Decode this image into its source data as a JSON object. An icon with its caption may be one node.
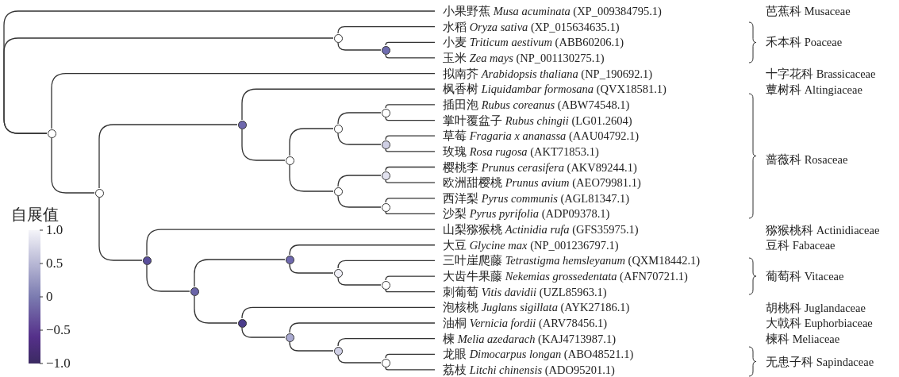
{
  "diagram": {
    "nodes": [
      {
        "text": [
          "小果野蕉 *Musa acuminata* (XP_009384795.1)"
        ]
      },
      {
        "text": [
          "水稻 *Oryza sativa* (XP_015634635.1)"
        ]
      },
      {
        "text": [
          "小麦 *Triticum aestivum* (ABB60206.1)"
        ]
      },
      {
        "text": [
          "玉米 *Zea mays* (NP_001130275.1)"
        ]
      },
      {
        "text": [
          "拟南芥 *Arabidopsis thaliana* (NP_190692.1)"
        ]
      },
      {
        "text": [
          "枫香树 *Liquidambar formosana* (QVX18581.1)"
        ]
      },
      {
        "text": [
          "插田泡 *Rubus coreanus* (ABW74548.1)"
        ]
      },
      {
        "text": [
          "掌叶覆盆子 *Rubus chingii* (LG01.2604)"
        ]
      },
      {
        "text": [
          "草莓 *Fragaria x ananassa* (AAU04792.1)"
        ]
      },
      {
        "text": [
          "玫瑰 *Rosa rugosa* (AKT71853.1)"
        ]
      },
      {
        "text": [
          "樱桃李 *Prunus cerasifera* (AKV89244.1)"
        ]
      },
      {
        "text": [
          "欧洲甜樱桃 *Prunus avium* (AEO79981.1)"
        ]
      },
      {
        "text": [
          "西洋梨 *Pyrus communis* (AGL81347.1)"
        ]
      },
      {
        "text": [
          "沙梨 *Pyrus pyrifolia* (ADP09378.1)"
        ]
      },
      {
        "text": [
          "山梨猕猴桃 *Actinidia rufa* (GFS35975.1)"
        ]
      },
      {
        "text": [
          "大豆 *Glycine max* (NP_001236797.1)"
        ]
      },
      {
        "text": [
          "三叶崖爬藤 *Tetrastigma hemsleyanum* (QXM18442.1)"
        ]
      },
      {
        "text": [
          "大齿牛果藤 *Nekemias grossedentata* (AFN70721.1)"
        ]
      },
      {
        "text": [
          "刺葡萄 *Vitis davidii* (UZL85963.1)"
        ]
      },
      {
        "text": [
          "泡核桃 *Juglans sigillata* (AYK27186.1)"
        ]
      },
      {
        "text": [
          "油桐 *Vernicia fordii* (ARV78456.1)"
        ]
      },
      {
        "text": [
          "楝 *Melia azedarach* (KAJ4713987.1)"
        ]
      },
      {
        "text": [
          "龙眼 *Dimocarpus longan* (ABO48521.1)"
        ]
      },
      {
        "text": [
          "荔枝 *Litchi chinensis* (ADO95201.1)"
        ]
      },
      {
        "text": [],
        "shape": "circle"
      },
      {
        "text": [],
        "shape": "circle"
      },
      {
        "text": [],
        "shape": "circle"
      },
      {
        "text": [],
        "shape": "circle"
      },
      {
        "text": [],
        "shape": "circle"
      },
      {
        "text": [],
        "shape": "circle"
      },
      {
        "text": [],
        "shape": "circle"
      },
      {
        "text": [],
        "shape": "circle"
      },
      {
        "text": [],
        "shape": "circle"
      },
      {
        "text": [],
        "shape": "circle"
      },
      {
        "text": [],
        "shape": "circle"
      },
      {
        "text": [],
        "shape": "circle"
      },
      {
        "text": [],
        "shape": "circle"
      },
      {
        "text": [],
        "shape": "circle"
      },
      {
        "text": [],
        "shape": "circle"
      },
      {
        "text": [],
        "shape": "circle"
      },
      {
        "text": [],
        "shape": "circle"
      },
      {
        "text": [],
        "shape": "circle"
      },
      {
        "text": [],
        "shape": "circle"
      },
      {
        "text": [],
        "shape": "circle"
      },
      {
        "text": [],
        "shape": "circle"
      }
    ],
    "edges": [
      {
        "from": 29,
        "to": 0,
        "arrow": "none"
      },
      {
        "from": 29,
        "to": 24,
        "arrow": "none"
      },
      {
        "from": 29,
        "to": 4,
        "arrow": "none"
      },
      {
        "from": 29,
        "to": 34,
        "arrow": "none"
      },
      {
        "from": 24,
        "to": 1,
        "arrow": "none"
      },
      {
        "from": 24,
        "to": 25,
        "arrow": "none"
      },
      {
        "from": 25,
        "to": 2,
        "arrow": "none"
      },
      {
        "from": 25,
        "to": 3,
        "arrow": "none"
      },
      {
        "from": 34,
        "to": 27,
        "arrow": "none"
      },
      {
        "from": 34,
        "to": 37,
        "arrow": "none"
      },
      {
        "from": 27,
        "to": 5,
        "arrow": "none"
      },
      {
        "from": 27,
        "to": 31,
        "arrow": "none"
      },
      {
        "from": 31,
        "to": 28,
        "arrow": "none"
      },
      {
        "from": 31,
        "to": 33,
        "arrow": "none"
      },
      {
        "from": 28,
        "to": 26,
        "arrow": "none"
      },
      {
        "from": 28,
        "to": 30,
        "arrow": "none"
      },
      {
        "from": 26,
        "to": 6,
        "arrow": "none"
      },
      {
        "from": 26,
        "to": 7,
        "arrow": "none"
      },
      {
        "from": 30,
        "to": 8,
        "arrow": "none"
      },
      {
        "from": 30,
        "to": 9,
        "arrow": "none"
      },
      {
        "from": 33,
        "to": 32,
        "arrow": "none"
      },
      {
        "from": 33,
        "to": 35,
        "arrow": "none"
      },
      {
        "from": 32,
        "to": 10,
        "arrow": "none"
      },
      {
        "from": 32,
        "to": 11,
        "arrow": "none"
      },
      {
        "from": 35,
        "to": 12,
        "arrow": "none"
      },
      {
        "from": 35,
        "to": 13,
        "arrow": "none"
      },
      {
        "from": 37,
        "to": 14,
        "arrow": "none"
      },
      {
        "from": 37,
        "to": 40,
        "arrow": "none"
      },
      {
        "from": 40,
        "to": 36,
        "arrow": "none"
      },
      {
        "from": 40,
        "to": 41,
        "arrow": "none"
      },
      {
        "from": 36,
        "to": 15,
        "arrow": "none"
      },
      {
        "from": 36,
        "to": 38,
        "arrow": "none"
      },
      {
        "from": 38,
        "to": 16,
        "arrow": "none"
      },
      {
        "from": 38,
        "to": 39,
        "arrow": "none"
      },
      {
        "from": 39,
        "to": 17,
        "arrow": "none"
      },
      {
        "from": 39,
        "to": 18,
        "arrow": "none"
      },
      {
        "from": 41,
        "to": 19,
        "arrow": "none"
      },
      {
        "from": 41,
        "to": 42,
        "arrow": "none"
      },
      {
        "from": 42,
        "to": 20,
        "arrow": "none"
      },
      {
        "from": 42,
        "to": 43,
        "arrow": "none"
      },
      {
        "from": 43,
        "to": 21,
        "arrow": "none"
      },
      {
        "from": 43,
        "to": 44,
        "arrow": "none"
      },
      {
        "from": 44,
        "to": 22,
        "arrow": "none"
      },
      {
        "from": 44,
        "to": 23,
        "arrow": "none"
      }
    ],
    "labels": [
      "芭蕉科 Musaceae",
      "禾本科 Poaceae",
      "十字花科 Brassicaceae",
      "蕈树科 Altingiaceae",
      "蔷薇科 Rosaceae",
      "猕猴桃科 Actinidiaceae",
      "豆科 Fabaceae",
      "葡萄科 Vitaceae",
      "胡桃科 Juglandaceae",
      "大戟科 Euphorbiaceae",
      "楝科 Meliaceae",
      "无患子科 Sapindaceae",
      "自展值",
      "1.0",
      "0.5",
      "0",
      "−0.5",
      "−1.0"
    ]
  }
}
